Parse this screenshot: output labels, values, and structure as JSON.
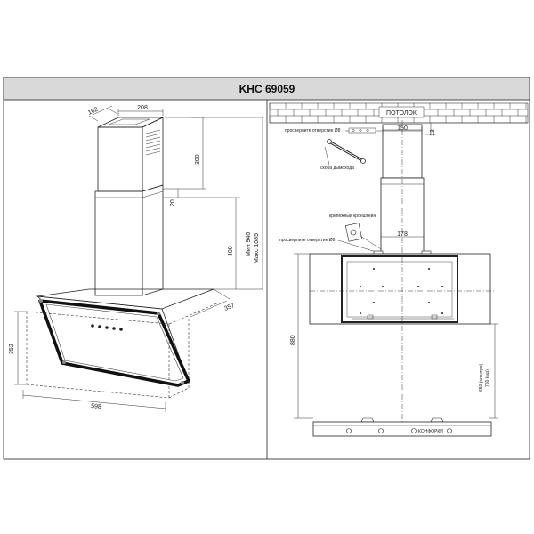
{
  "title": "KHC 69059",
  "left_view": {
    "dims": {
      "chimney_depth": "162",
      "chimney_width": "208",
      "upper_h": "300",
      "gap": "20",
      "lower_h": "400",
      "min_h": "Мин 940",
      "max_h": "Макс 1085",
      "hood_depth": "357",
      "hood_h": "352",
      "hood_w": "598"
    }
  },
  "right_view": {
    "ceiling_label": "ПОТОЛОК",
    "drill_label_top": "просверлите отверстие Ø8",
    "drill_label_mid": "просверлите отверстие Ø8",
    "mount_note": "крепёжный кронштейн",
    "bracket_note": "скоба дымохода",
    "burners_label": "КОНФОРКИ",
    "dims": {
      "top_w": "150",
      "top_gap": "13",
      "mid_w": "178",
      "h880": "880",
      "hmin": "650 (электро)",
      "hmax": "750 (газ)"
    }
  }
}
